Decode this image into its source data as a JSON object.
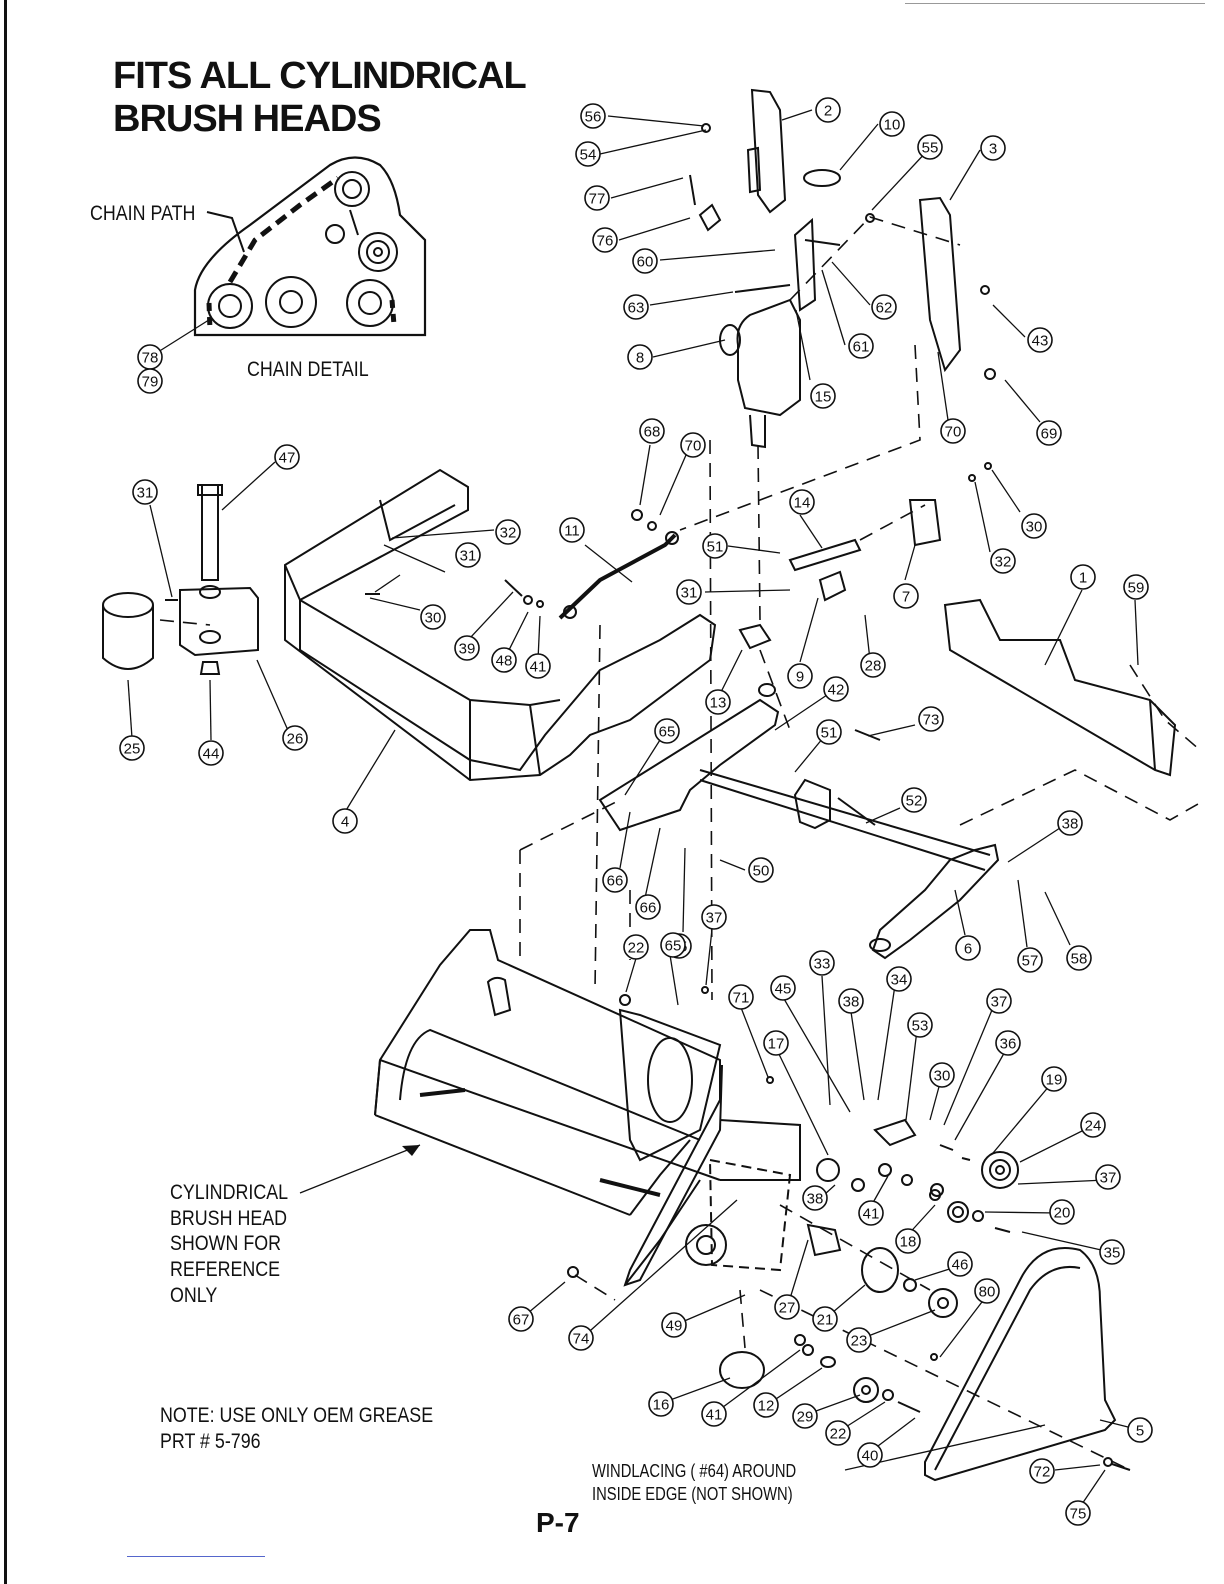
{
  "title_line1": "FITS ALL CYLINDRICAL",
  "title_line2": "BRUSH HEADS",
  "chain_path_label": "CHAIN PATH",
  "chain_detail_label": "CHAIN DETAIL",
  "reference_note": [
    "CYLINDRICAL",
    "BRUSH HEAD",
    "SHOWN FOR",
    "REFERENCE",
    "ONLY"
  ],
  "grease_note": [
    "NOTE: USE ONLY OEM GREASE",
    "PRT # 5-796"
  ],
  "windlacing_note": [
    "WINDLACING ( #64) AROUND",
    "INSIDE EDGE (NOT SHOWN)"
  ],
  "page_number": "P-7",
  "callouts": [
    "56",
    "2",
    "10",
    "54",
    "55",
    "3",
    "77",
    "76",
    "60",
    "62",
    "43",
    "63",
    "61",
    "8",
    "15",
    "70",
    "69",
    "47",
    "31",
    "68",
    "70",
    "14",
    "30",
    "32",
    "11",
    "51",
    "32",
    "31",
    "31",
    "7",
    "1",
    "59",
    "30",
    "39",
    "48",
    "41",
    "9",
    "28",
    "25",
    "44",
    "26",
    "13",
    "42",
    "73",
    "4",
    "65",
    "51",
    "52",
    "38",
    "66",
    "66",
    "50",
    "65",
    "6",
    "57",
    "58",
    "37",
    "22",
    "65",
    "33",
    "34",
    "71",
    "45",
    "38",
    "37",
    "53",
    "17",
    "36",
    "30",
    "19",
    "24",
    "37",
    "38",
    "41",
    "20",
    "18",
    "35",
    "46",
    "67",
    "80",
    "27",
    "21",
    "23",
    "74",
    "49",
    "16",
    "41",
    "12",
    "29",
    "22",
    "5",
    "40",
    "72",
    "75",
    "78",
    "79"
  ]
}
